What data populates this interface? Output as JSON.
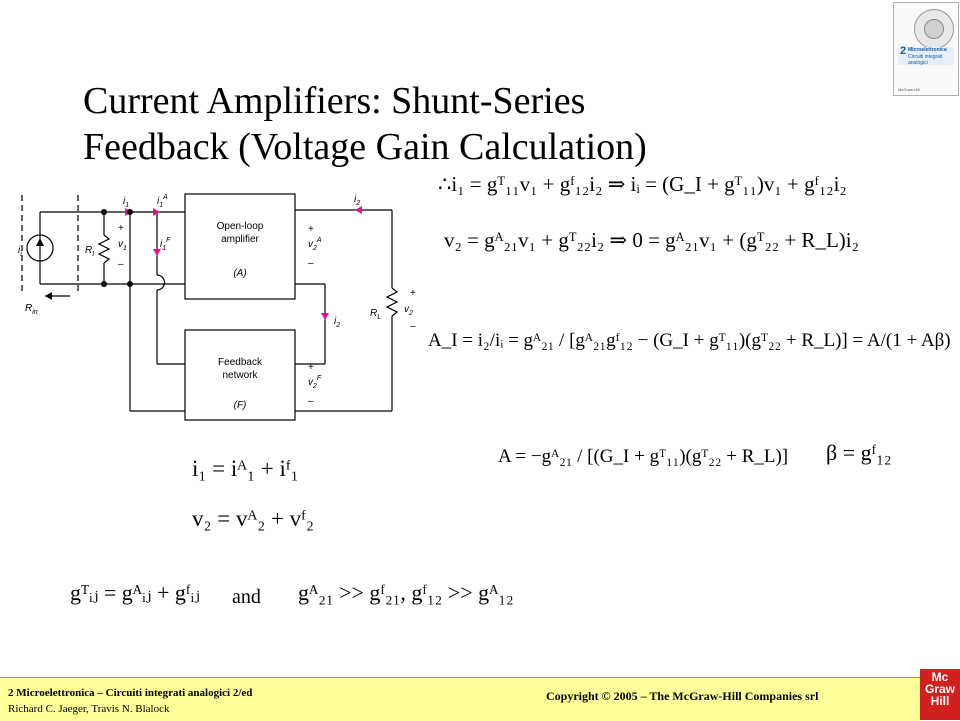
{
  "slide": {
    "title_line1": "Current Amplifiers: Shunt-Series",
    "title_line2": "Feedback (Voltage Gain Calculation)"
  },
  "cover": {
    "number": "2",
    "title": "Microelettronica",
    "subtitle": "Circuiti integrati analogici",
    "publisher": "McGraw-Hill"
  },
  "circuit": {
    "labels": {
      "ii": "i",
      "ii_sub": "i",
      "RI": "R",
      "RI_sub": "I",
      "i1": "i",
      "i1_sub": "1",
      "v1": "v",
      "v1_sub": "1",
      "i1A": "i",
      "i1A_sub": "1",
      "i1A_sup": "A",
      "i1F": "i",
      "i1F_sub": "1",
      "i1F_sup": "F",
      "Rin": "R",
      "Rin_sub": "in",
      "amp_line1": "Open-loop",
      "amp_line2": "amplifier",
      "amp_tag": "(A)",
      "v2A": "v",
      "v2A_sub": "2",
      "v2A_sup": "A",
      "i2_top": "i",
      "i2_top_sub": "2",
      "i2_mid": "i",
      "i2_mid_sub": "2",
      "RL": "R",
      "RL_sub": "L",
      "v2": "v",
      "v2_sub": "2",
      "fb_line1": "Feedback",
      "fb_line2": "network",
      "fb_tag": "(F)",
      "v2F": "v",
      "v2F_sub": "2",
      "v2F_sup": "F",
      "plus": "+",
      "minus": "–"
    }
  },
  "equations": {
    "eq_i1": "∴i₁ = gᵀ₁₁v₁ + gᶠ₁₂i₂ ⇒ iᵢ = (G_I + gᵀ₁₁)v₁ + gᶠ₁₂i₂",
    "eq_v2": "v₂ = gᴬ₂₁v₁ + gᵀ₂₂i₂ ⇒ 0 = gᴬ₂₁v₁ + (gᵀ₂₂ + R_L)i₂",
    "eq_Ai": "A_I = i₂/iᵢ = gᴬ₂₁ / [gᴬ₂₁gᶠ₁₂ − (G_I + gᵀ₁₁)(gᵀ₂₂ + R_L)] = A/(1 + Aβ)",
    "eq_A": "A = −gᴬ₂₁ / [(G_I + gᵀ₁₁)(gᵀ₂₂ + R_L)]",
    "eq_beta": "β = gᶠ₁₂",
    "eq_i_sum": "i₁ = iᴬ₁ + iᶠ₁",
    "eq_v_sum": "v₂ = vᴬ₂ + vᶠ₂",
    "eq_gT": "gᵀᵢⱼ = gᴬᵢⱼ + gᶠᵢⱼ",
    "and_word": "and",
    "eq_cond": "gᴬ₂₁ >> gᶠ₂₁, gᶠ₁₂ >> gᴬ₁₂"
  },
  "footer": {
    "line1": "2 Microelettronica – Circuiti integrati analogici 2/ed",
    "line2": "Richard C. Jaeger, Travis N. Blalock",
    "copyright": "Copyright © 2005 – The McGraw-Hill Companies srl",
    "logo_l1": "Mc",
    "logo_l2": "Graw",
    "logo_l3": "Hill"
  },
  "colors": {
    "footer_bg": "#ffff99",
    "arrow_magenta": "#e0108a",
    "logo_red": "#d21f1f",
    "cond_gray": "#a0a0a0"
  }
}
